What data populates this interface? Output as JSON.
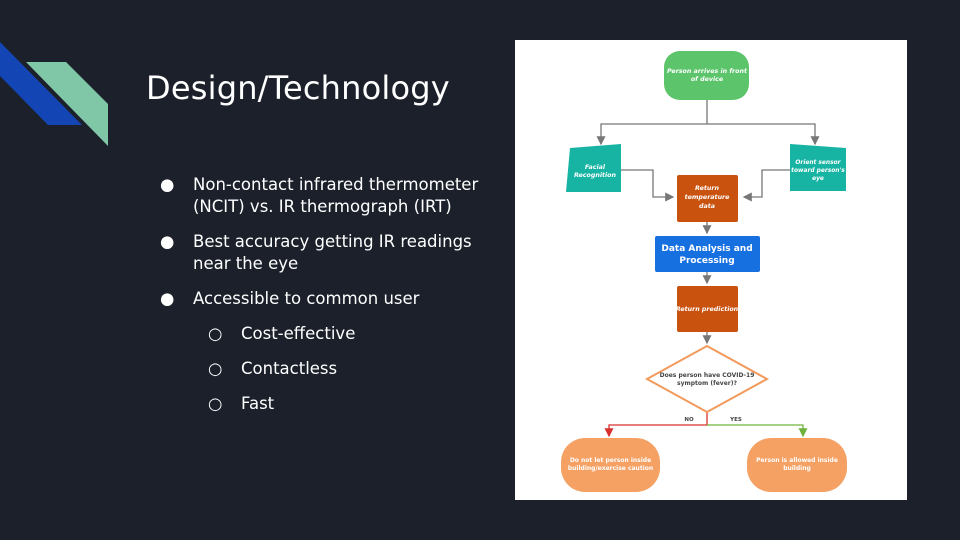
{
  "slide": {
    "title": "Design/Technology",
    "bullets": [
      {
        "text": "Non-contact infrared thermometer (NCIT) vs. IR thermograph (IRT)"
      },
      {
        "text": "Best accuracy getting IR readings near the eye"
      },
      {
        "text": "Accessible to common user"
      }
    ],
    "sub_bullets": [
      {
        "text": "Cost-effective"
      },
      {
        "text": "Contactless"
      },
      {
        "text": "Fast"
      }
    ],
    "bullet_glyph": "●",
    "sub_bullet_glyph": "○"
  },
  "flowchart": {
    "start": {
      "line1": "Person arrives in front",
      "line2": "of device"
    },
    "facial": {
      "line1": "Facial",
      "line2": "Recognition"
    },
    "orient": {
      "line1": "Orient sensor",
      "line2": "toward person's",
      "line3": "eye"
    },
    "return_temp": {
      "line1": "Return",
      "line2": "temperature",
      "line3": "data"
    },
    "analysis": {
      "line1": "Data Analysis and",
      "line2": "Processing"
    },
    "prediction": {
      "line1": "Return prediction"
    },
    "decision": {
      "line1": "Does person have COVID-19",
      "line2": "symptom (fever)?"
    },
    "no_label": "NO",
    "yes_label": "YES",
    "deny": {
      "line1": "Do not let person inside",
      "line2": "building/exercise caution"
    },
    "allow": {
      "line1": "Person is allowed inside",
      "line2": "building"
    },
    "colors": {
      "start": "#5cc46a",
      "side": "#17b3a3",
      "process": "#c9520f",
      "analysis": "#1670e0",
      "decision_stroke": "#f29a5c",
      "terminal": "#f5a164",
      "no_arrow": "#d9302c",
      "yes_arrow": "#6fb33e"
    }
  }
}
